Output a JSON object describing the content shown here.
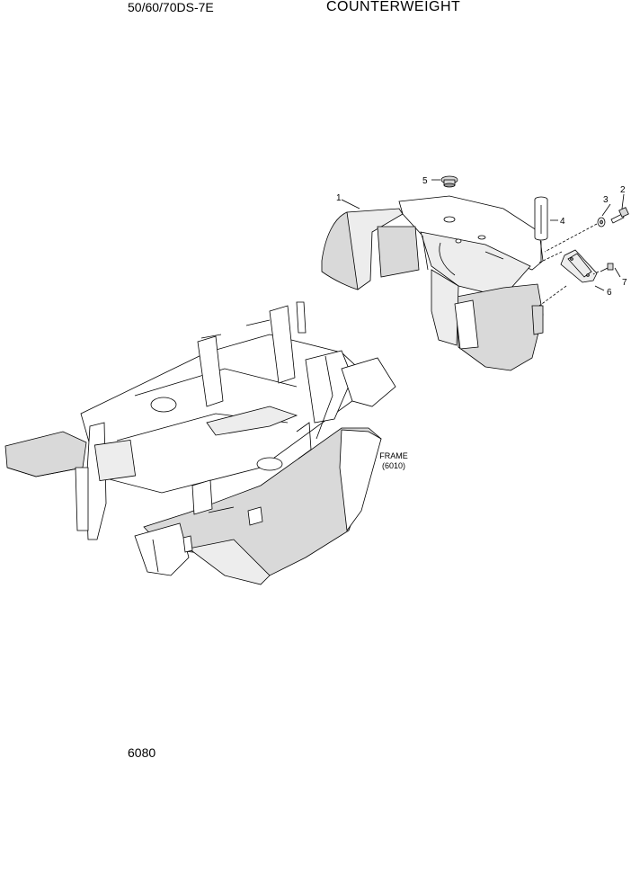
{
  "header": {
    "model": "50/60/70DS-7E",
    "title": "COUNTERWEIGHT"
  },
  "footer": {
    "page_number": "6080"
  },
  "callouts": [
    {
      "number": "1",
      "part": "counterweight"
    },
    {
      "number": "2",
      "part": "bolt"
    },
    {
      "number": "3",
      "part": "washer"
    },
    {
      "number": "4",
      "part": "pin"
    },
    {
      "number": "5",
      "part": "cap"
    },
    {
      "number": "6",
      "part": "plate"
    },
    {
      "number": "7",
      "part": "screw"
    }
  ],
  "frame_ref": {
    "label": "FRAME",
    "ref": "(6010)"
  }
}
